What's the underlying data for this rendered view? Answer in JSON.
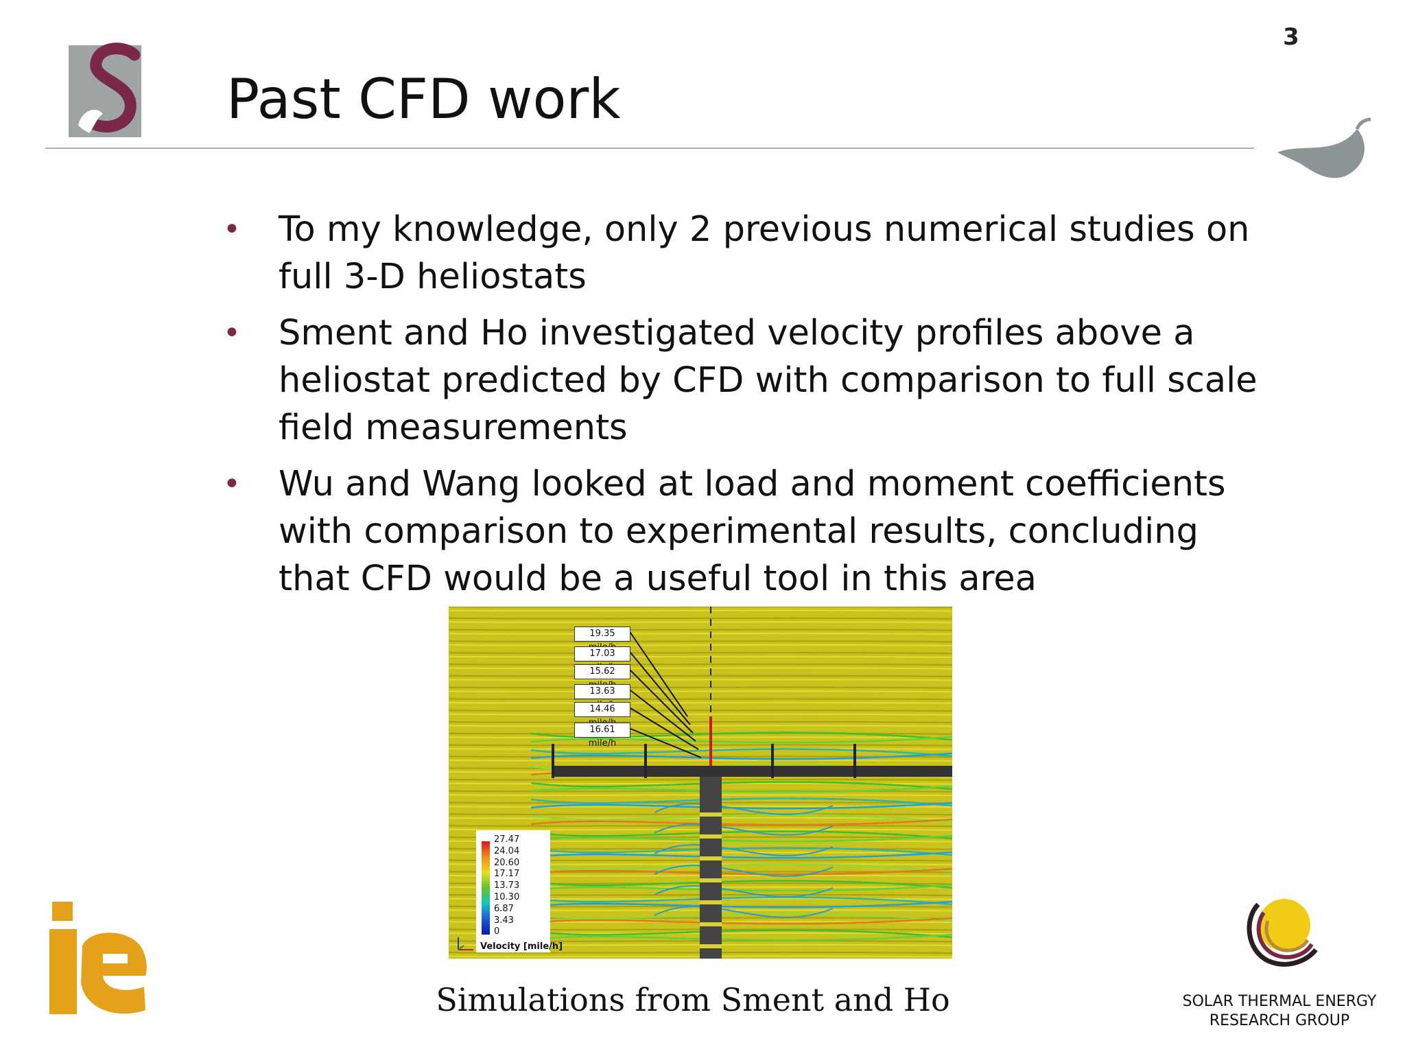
{
  "slide": {
    "page_number": "3",
    "title": "Past CFD work",
    "bullets": [
      "To my knowledge, only 2 previous numerical studies on full 3-D heliostats",
      "Sment and Ho investigated velocity profiles above a heliostat predicted by CFD with comparison to full scale field measurements",
      "Wu and Wang looked at load and moment coefficients with comparison to experimental results, concluding that CFD would be a useful tool in this area"
    ],
    "bullet_symbol": "•",
    "accent_color": "#7a2748"
  },
  "figure": {
    "velocity_labels": [
      "19.35 mile/h",
      "17.03 mile/h",
      "15.62 mile/h",
      "13.63 mile/h",
      "14.46 mile/h",
      "16.61 mile/h"
    ],
    "legend_values": [
      "27.47",
      "24.04",
      "20.60",
      "17.17",
      "13.73",
      "10.30",
      "6.87",
      "3.43",
      "0"
    ],
    "legend_title": "Velocity [mile/h]",
    "caption": "Simulations from Sment and Ho"
  },
  "logos": {
    "left_top": "stellenbosch-s-logo",
    "right_top": "leaf-logo",
    "left_bottom": "ie-logo",
    "right_bottom_line1": "SOLAR THERMAL ENERGY",
    "right_bottom_line2": "RESEARCH GROUP"
  }
}
